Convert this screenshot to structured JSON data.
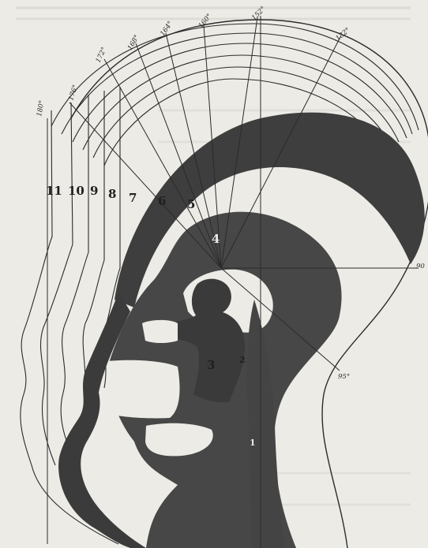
{
  "profile_labels": [
    "11",
    "10",
    "9",
    "8",
    "7",
    "6",
    "5",
    "4",
    "3",
    "2",
    "1"
  ],
  "angle_labels": [
    "180°",
    "176°",
    "172°",
    "168°",
    "164°",
    "160°",
    "152°",
    "132°",
    "90",
    "95°"
  ],
  "colors": {
    "paper": "#ecebe6",
    "ink": "#2b2b2b",
    "shade": "#4a4a4a"
  }
}
